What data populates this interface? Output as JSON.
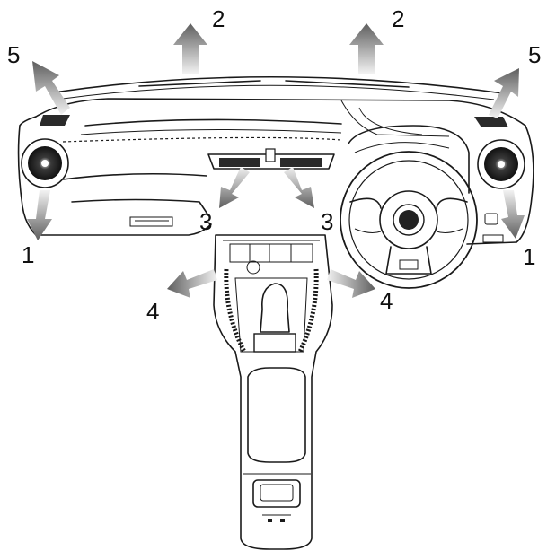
{
  "diagram": {
    "labels": {
      "l2_left": "2",
      "l2_right": "2",
      "l5_left": "5",
      "l5_right": "5",
      "l3_left": "3",
      "l3_right": "3",
      "l1_left": "1",
      "l1_right": "1",
      "l4_left": "4",
      "l4_right": "4"
    },
    "colors": {
      "line": "#1a1a1a",
      "arrow_dark": "#6e6e6e",
      "arrow_light": "#e6e6e6",
      "vent": "#2a2a2a"
    },
    "icons": [
      "airflow-arrow",
      "air-vent",
      "steering-wheel",
      "gear-lever"
    ]
  }
}
